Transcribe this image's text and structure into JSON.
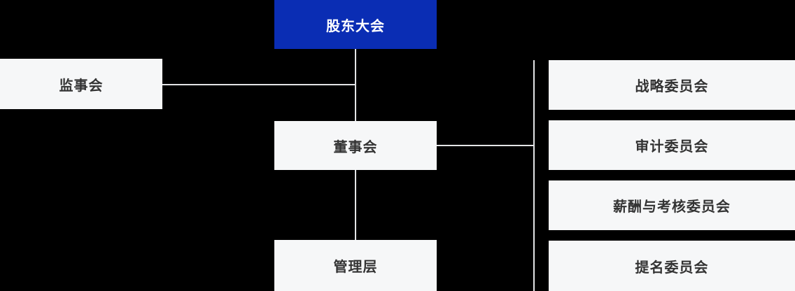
{
  "diagram": {
    "title": "corporate-governance-org-chart",
    "colors": {
      "background": "#000000",
      "node_bg": "#f6f7f8",
      "node_text": "#333333",
      "accent": "#0a2db4",
      "accent_text": "#ffffff",
      "line": "#e3e4e6"
    },
    "nodes": {
      "shareholders_meeting": {
        "label": "股东大会"
      },
      "supervisory_board": {
        "label": "监事会"
      },
      "board_of_directors": {
        "label": "董事会"
      },
      "management": {
        "label": "管理层"
      },
      "strategy_committee": {
        "label": "战略委员会"
      },
      "audit_committee": {
        "label": "审计委员会"
      },
      "remuneration_committee": {
        "label": "薪酬与考核委员会"
      },
      "nomination_committee": {
        "label": "提名委员会"
      }
    },
    "edges": [
      "shareholders_meeting -> board_of_directors",
      "supervisory_board -> center-trunk",
      "board_of_directors -> management",
      "board_of_directors -> committees-trunk"
    ]
  }
}
